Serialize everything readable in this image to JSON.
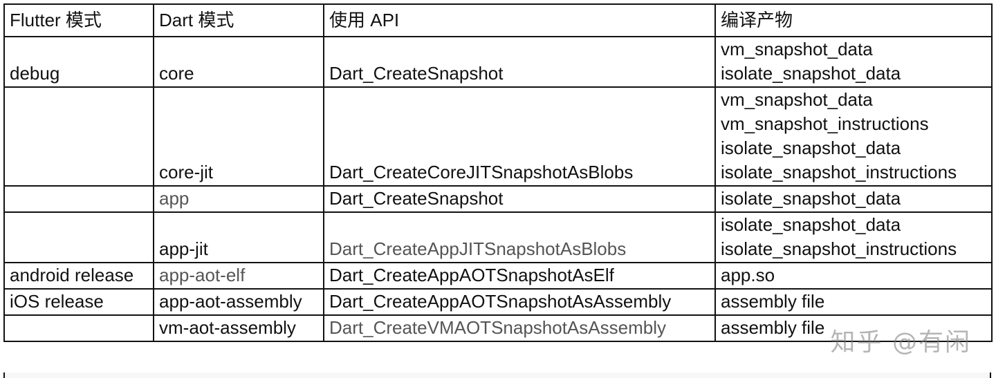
{
  "table": {
    "headers": [
      "Flutter 模式",
      "Dart 模式",
      "使用 API",
      "编译产物"
    ],
    "rows": [
      {
        "flutter_mode": "debug",
        "dart_mode": "core",
        "api": "Dart_CreateSnapshot",
        "outputs": [
          "vm_snapshot_data",
          "isolate_snapshot_data"
        ]
      },
      {
        "flutter_mode": "",
        "dart_mode": "core-jit",
        "api": "Dart_CreateCoreJITSnapshotAsBlobs",
        "outputs": [
          "vm_snapshot_data",
          "vm_snapshot_instructions",
          "isolate_snapshot_data",
          "isolate_snapshot_instructions"
        ]
      },
      {
        "flutter_mode": "",
        "dart_mode": "app",
        "api": "Dart_CreateSnapshot",
        "outputs": [
          "isolate_snapshot_data"
        ]
      },
      {
        "flutter_mode": "",
        "dart_mode": "app-jit",
        "api": "Dart_CreateAppJITSnapshotAsBlobs",
        "outputs": [
          "isolate_snapshot_data",
          "isolate_snapshot_instructions"
        ]
      },
      {
        "flutter_mode": "android release",
        "dart_mode": "app-aot-elf",
        "api": "Dart_CreateAppAOTSnapshotAsElf",
        "outputs": [
          "app.so"
        ]
      },
      {
        "flutter_mode": "iOS release",
        "dart_mode": "app-aot-assembly",
        "api": "Dart_CreateAppAOTSnapshotAsAssembly",
        "outputs": [
          "assembly file"
        ]
      },
      {
        "flutter_mode": "",
        "dart_mode": "vm-aot-assembly",
        "api": "Dart_CreateVMAOTSnapshotAsAssembly",
        "outputs": [
          "assembly file"
        ]
      }
    ]
  },
  "watermark": "知乎 @有闲",
  "colors": {
    "text": "#111111",
    "muted_text": "#555555",
    "border": "#111111",
    "background": "#ffffff"
  }
}
